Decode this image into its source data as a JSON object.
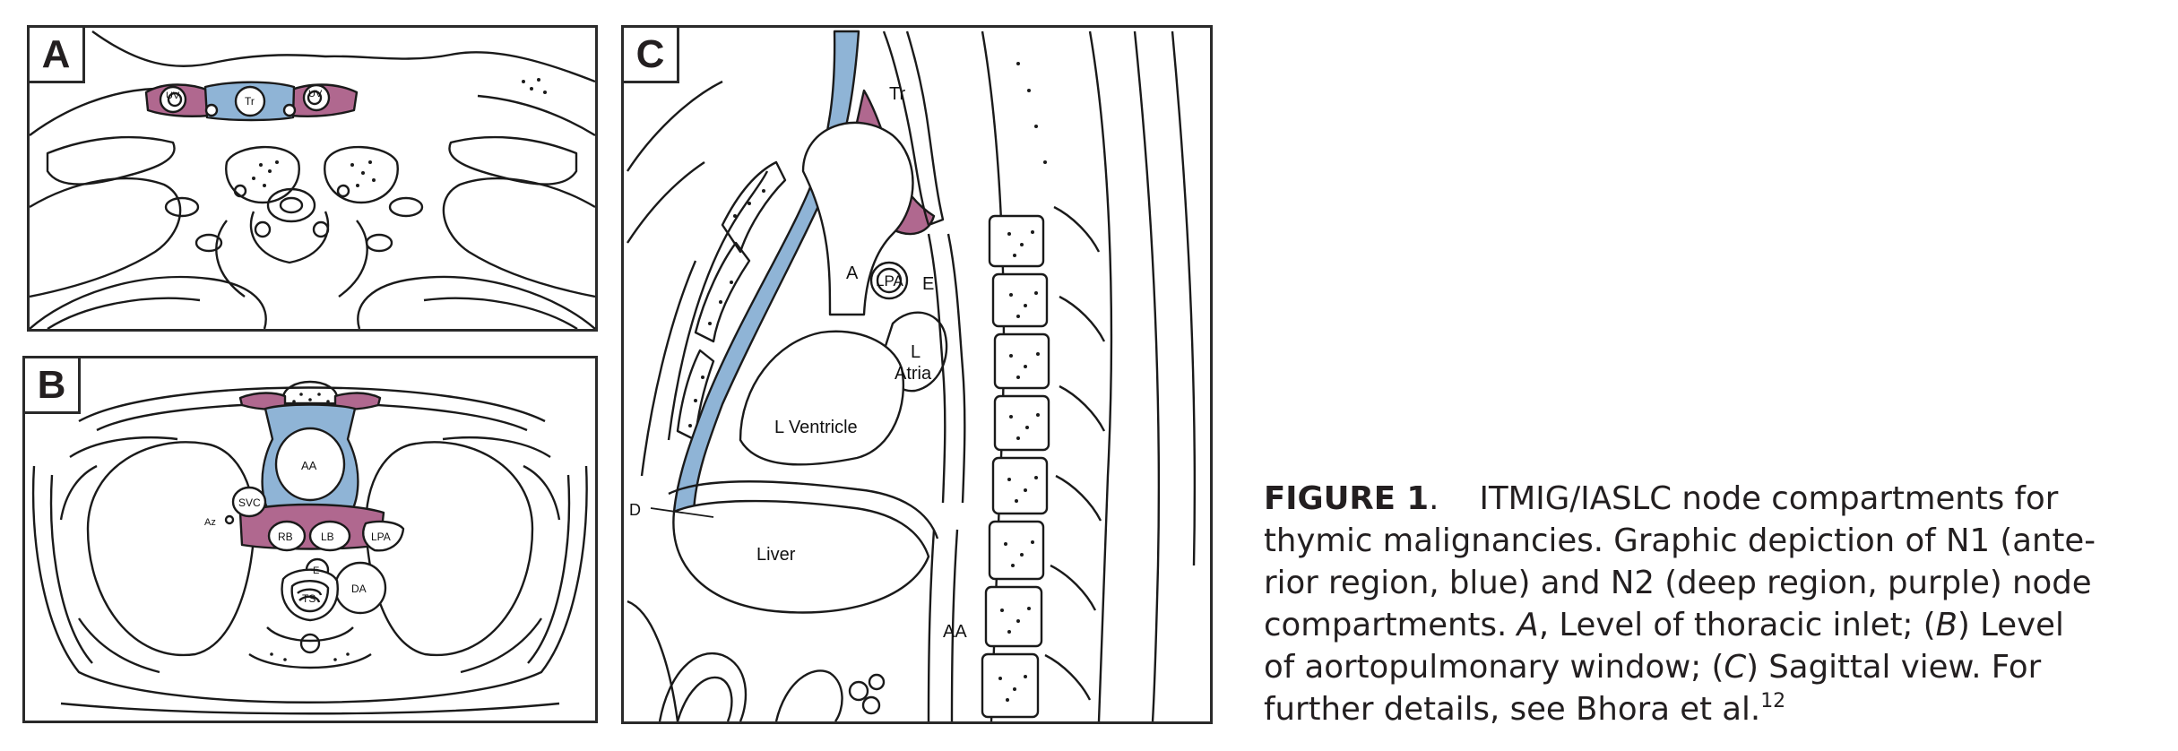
{
  "panels": {
    "a": {
      "label": "A",
      "structures": {
        "uv_left": "UV",
        "trachea": "Tr",
        "uv_right": "UV"
      }
    },
    "b": {
      "label": "B",
      "structures": {
        "aa": "AA",
        "svc": "SVC",
        "az": "Az",
        "rb": "RB",
        "lb": "LB",
        "lpa": "LPA",
        "e": "E",
        "da": "DA",
        "ts": "TS"
      }
    },
    "c": {
      "label": "C",
      "structures": {
        "tr": "Tr",
        "a": "A",
        "lpa": "LPA",
        "e": "E",
        "l_atria_1": "L",
        "l_atria_2": "Atria",
        "l_ventricle": "L Ventricle",
        "d": "D",
        "liver": "Liver",
        "aa": "AA"
      }
    }
  },
  "colors": {
    "anterior_region": "#8fb4d6",
    "deep_region": "#b0688f",
    "outline": "#1a1a1a"
  },
  "caption": {
    "heading": "FIGURE 1",
    "heading_punct": ".",
    "line1_text": "ITMIG/IASLC node compartments for",
    "line2": "thymic malignancies. Graphic depiction of N1 (ante-",
    "line3": "rior region, blue) and N2 (deep region, purple) node",
    "line4_pre": "compartments. ",
    "line4_a": "A",
    "line4_post": ", Level of thoracic inlet; (",
    "line4_b": "B",
    "line4_end": ") Level",
    "line5_pre": "of aortopulmonary window; (",
    "line5_c": "C",
    "line5_post": ") Sagittal view. For",
    "line6": "further details, see Bhora et al.",
    "reference": "12"
  }
}
